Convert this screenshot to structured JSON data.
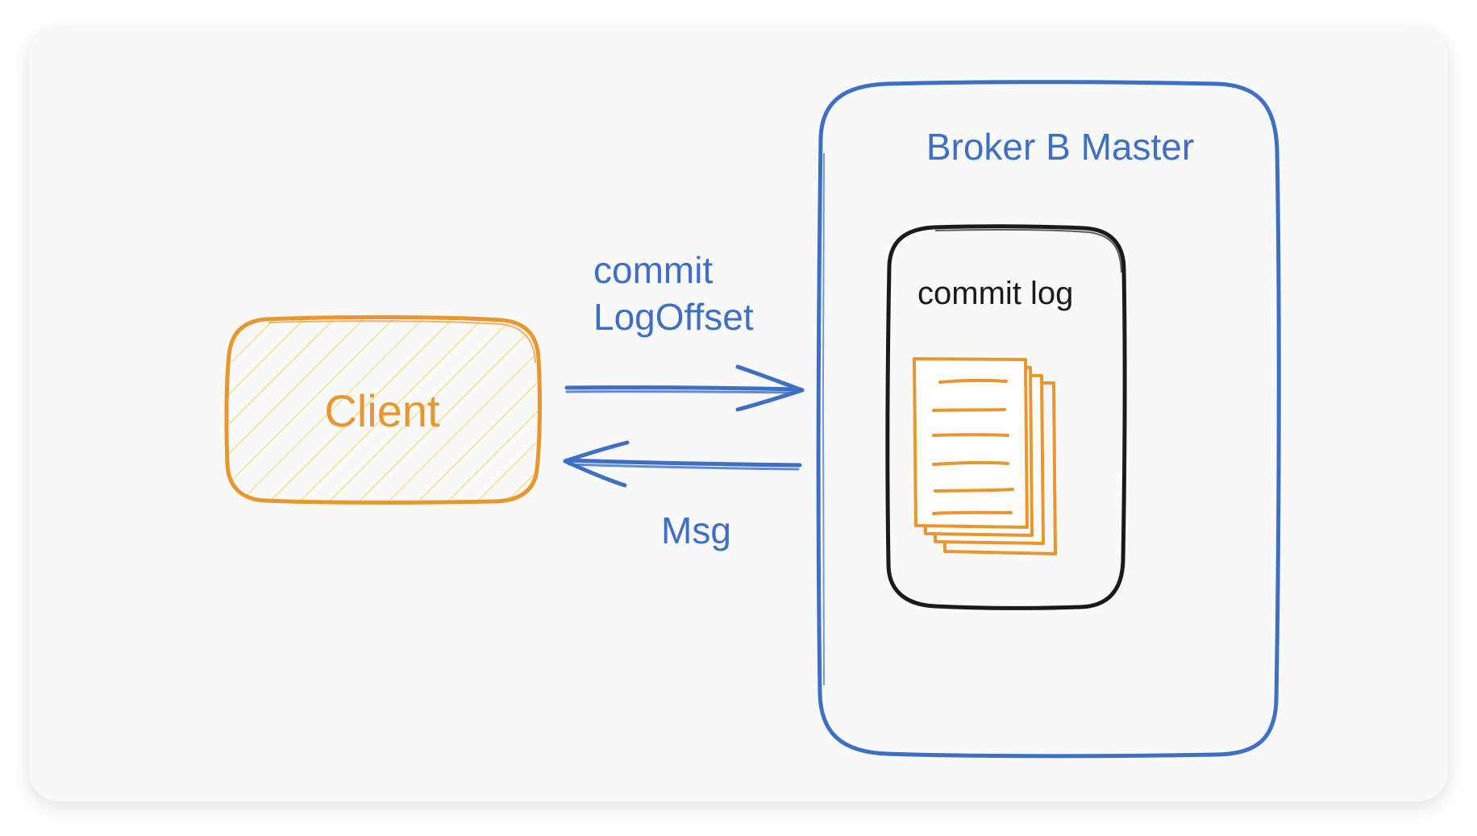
{
  "colors": {
    "blue": "#3d6fc4",
    "orange": "#e8962e",
    "hatch": "#f4dc7a",
    "black": "#1a1a1a",
    "card_bg": "#f9f9f9"
  },
  "client": {
    "label": "Client"
  },
  "arrow_request": {
    "label_line1": "commit",
    "label_line2": "LogOffset"
  },
  "arrow_response": {
    "label": "Msg"
  },
  "broker": {
    "title": "Broker B Master",
    "commit_log": {
      "label": "commit log",
      "icon": "document-stack-icon"
    }
  }
}
